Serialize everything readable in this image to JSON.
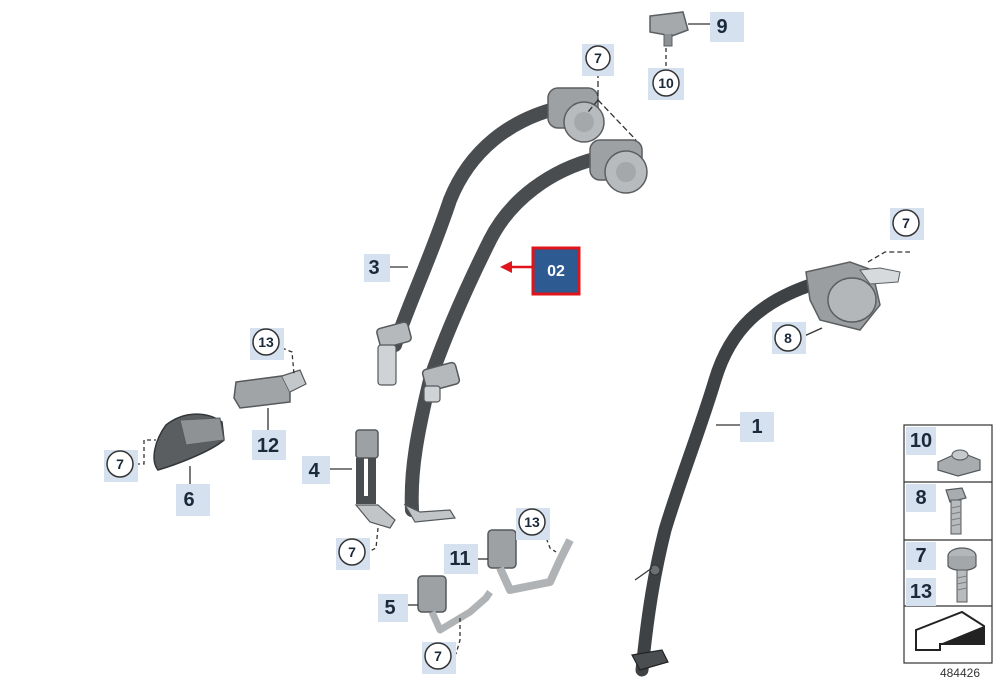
{
  "diagram": {
    "part_id": "484426",
    "colors": {
      "label_bg": "#d5e1ef",
      "belt": "#4a4d50",
      "metal": "#b9bcbf",
      "part_gray": "#8e9295",
      "highlight_fill": "#2c5a91",
      "highlight_border": "#e0141b"
    },
    "callouts": {
      "c1": "1",
      "c3": "3",
      "c4": "4",
      "c5": "5",
      "c6": "6",
      "c9": "9",
      "c11": "11",
      "c12": "12"
    },
    "circles": {
      "c7_top": "7",
      "c10_top": "10",
      "c7_right": "7",
      "c8": "8",
      "c13_left": "13",
      "c7_left": "7",
      "c7_mid": "7",
      "c13_mid": "13",
      "c7_bottom": "7"
    },
    "highlight": {
      "label": "02"
    },
    "legend": {
      "row1": "10",
      "row2": "8",
      "row3_a": "7",
      "row3_b": "13"
    }
  }
}
